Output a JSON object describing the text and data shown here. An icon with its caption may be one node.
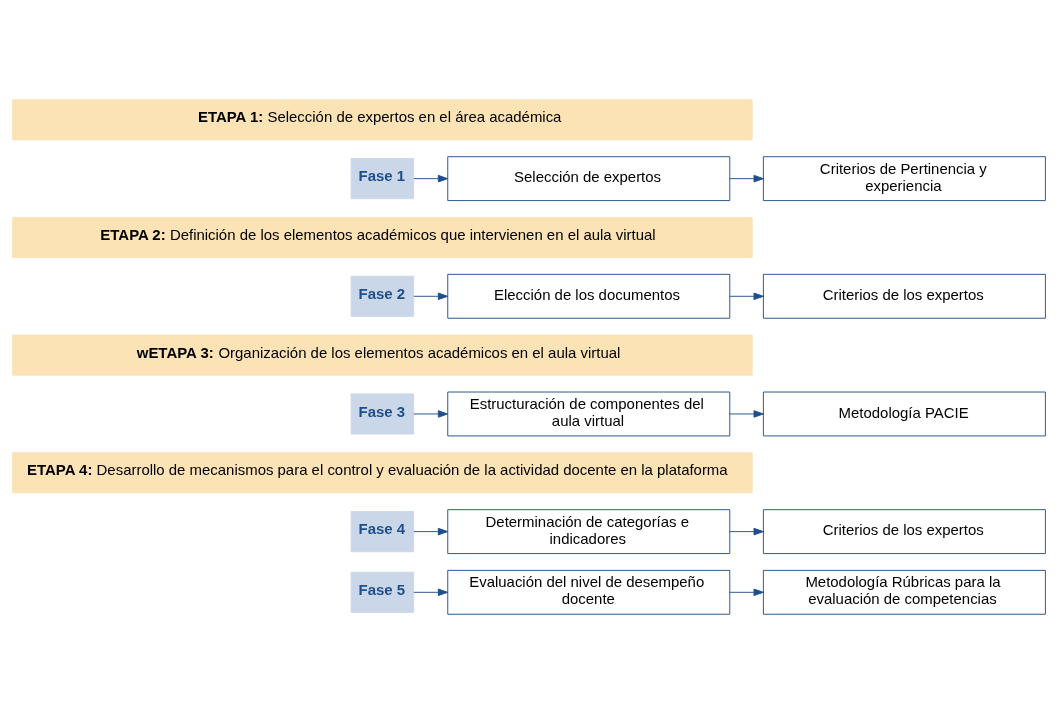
{
  "diagram": {
    "nodes": [
      {
        "text": [
          "**ETAPA 1:** Selección de expertos en el área académica"
        ]
      },
      {
        "text": [
          "Fase 1"
        ]
      },
      {
        "text": [
          "Selección de expertos"
        ]
      },
      {
        "text": [
          "Criterios de Pertinencia y experiencia"
        ]
      },
      {
        "text": [
          "**ETAPA 2:** Definición de los elementos académicos que intervienen en el aula virtual"
        ]
      },
      {
        "text": [
          "Fase 2"
        ]
      },
      {
        "text": [
          "Elección de los documentos"
        ]
      },
      {
        "text": [
          "Criterios de los expertos"
        ]
      },
      {
        "text": [
          "**wETAPA 3:** Organización de los elementos académicos en el aula virtual"
        ]
      },
      {
        "text": [
          "Fase 3"
        ]
      },
      {
        "text": [
          "Estructuración de componentes del aula virtual"
        ]
      },
      {
        "text": [
          "Metodología PACIE"
        ]
      },
      {
        "text": [
          "**ETAPA 4:** Desarrollo de mecanismos para el control y evaluación de la actividad docente en la plataforma"
        ]
      },
      {
        "text": [
          "Fase 4"
        ]
      },
      {
        "text": [
          "Determinación de categorías e indicadores"
        ]
      },
      {
        "text": [
          "Criterios de los expertos"
        ]
      },
      {
        "text": [
          "Fase 5"
        ]
      },
      {
        "text": [
          "Evaluación del nivel de desempeño docente"
        ]
      },
      {
        "text": [
          "Metodología Rúbricas para la evaluación de competencias"
        ]
      }
    ],
    "edges": [
      {
        "from": 1,
        "to": 2,
        "arrow": "to"
      },
      {
        "from": 2,
        "to": 3,
        "arrow": "to"
      },
      {
        "from": 5,
        "to": 6,
        "arrow": "to"
      },
      {
        "from": 6,
        "to": 7,
        "arrow": "to"
      },
      {
        "from": 9,
        "to": 10,
        "arrow": "to"
      },
      {
        "from": 10,
        "to": 11,
        "arrow": "to"
      },
      {
        "from": 13,
        "to": 14,
        "arrow": "to"
      },
      {
        "from": 14,
        "to": 15,
        "arrow": "to"
      },
      {
        "from": 16,
        "to": 17,
        "arrow": "to"
      },
      {
        "from": 17,
        "to": 18,
        "arrow": "to"
      }
    ]
  }
}
